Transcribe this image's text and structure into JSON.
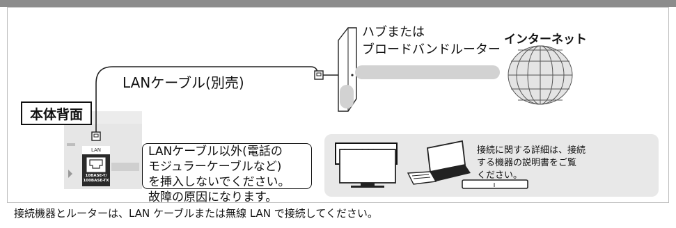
{
  "diagram": {
    "cable_label": "LANケーブル(別売)",
    "hub_label_line1": "ハブまたは",
    "hub_label_line2": "ブロードバンドルーター",
    "internet_label": "インターネット",
    "body_rear_label": "本体背面",
    "warning_text": "LANケーブル以外(電話の\nモジュラーケーブルなど)\nを挿入しないでください。\n故障の原因になります。",
    "port_label": "LAN",
    "port_spec": "10BASE-T/\n100BASE-TX",
    "devices_title": "接続機器",
    "devices_note": "接続に関する詳細は、接続\nする機器の説明書をご覧\nください。",
    "footer_text": "接続機器とルーターは、LAN ケーブルまたは無線 LAN で接続してください。"
  },
  "colors": {
    "frame": "#8c8c8c",
    "wireless_band": "#d2d2d2",
    "device_panel": "#e8e8e8",
    "port_panel": "#e6e6e6"
  }
}
